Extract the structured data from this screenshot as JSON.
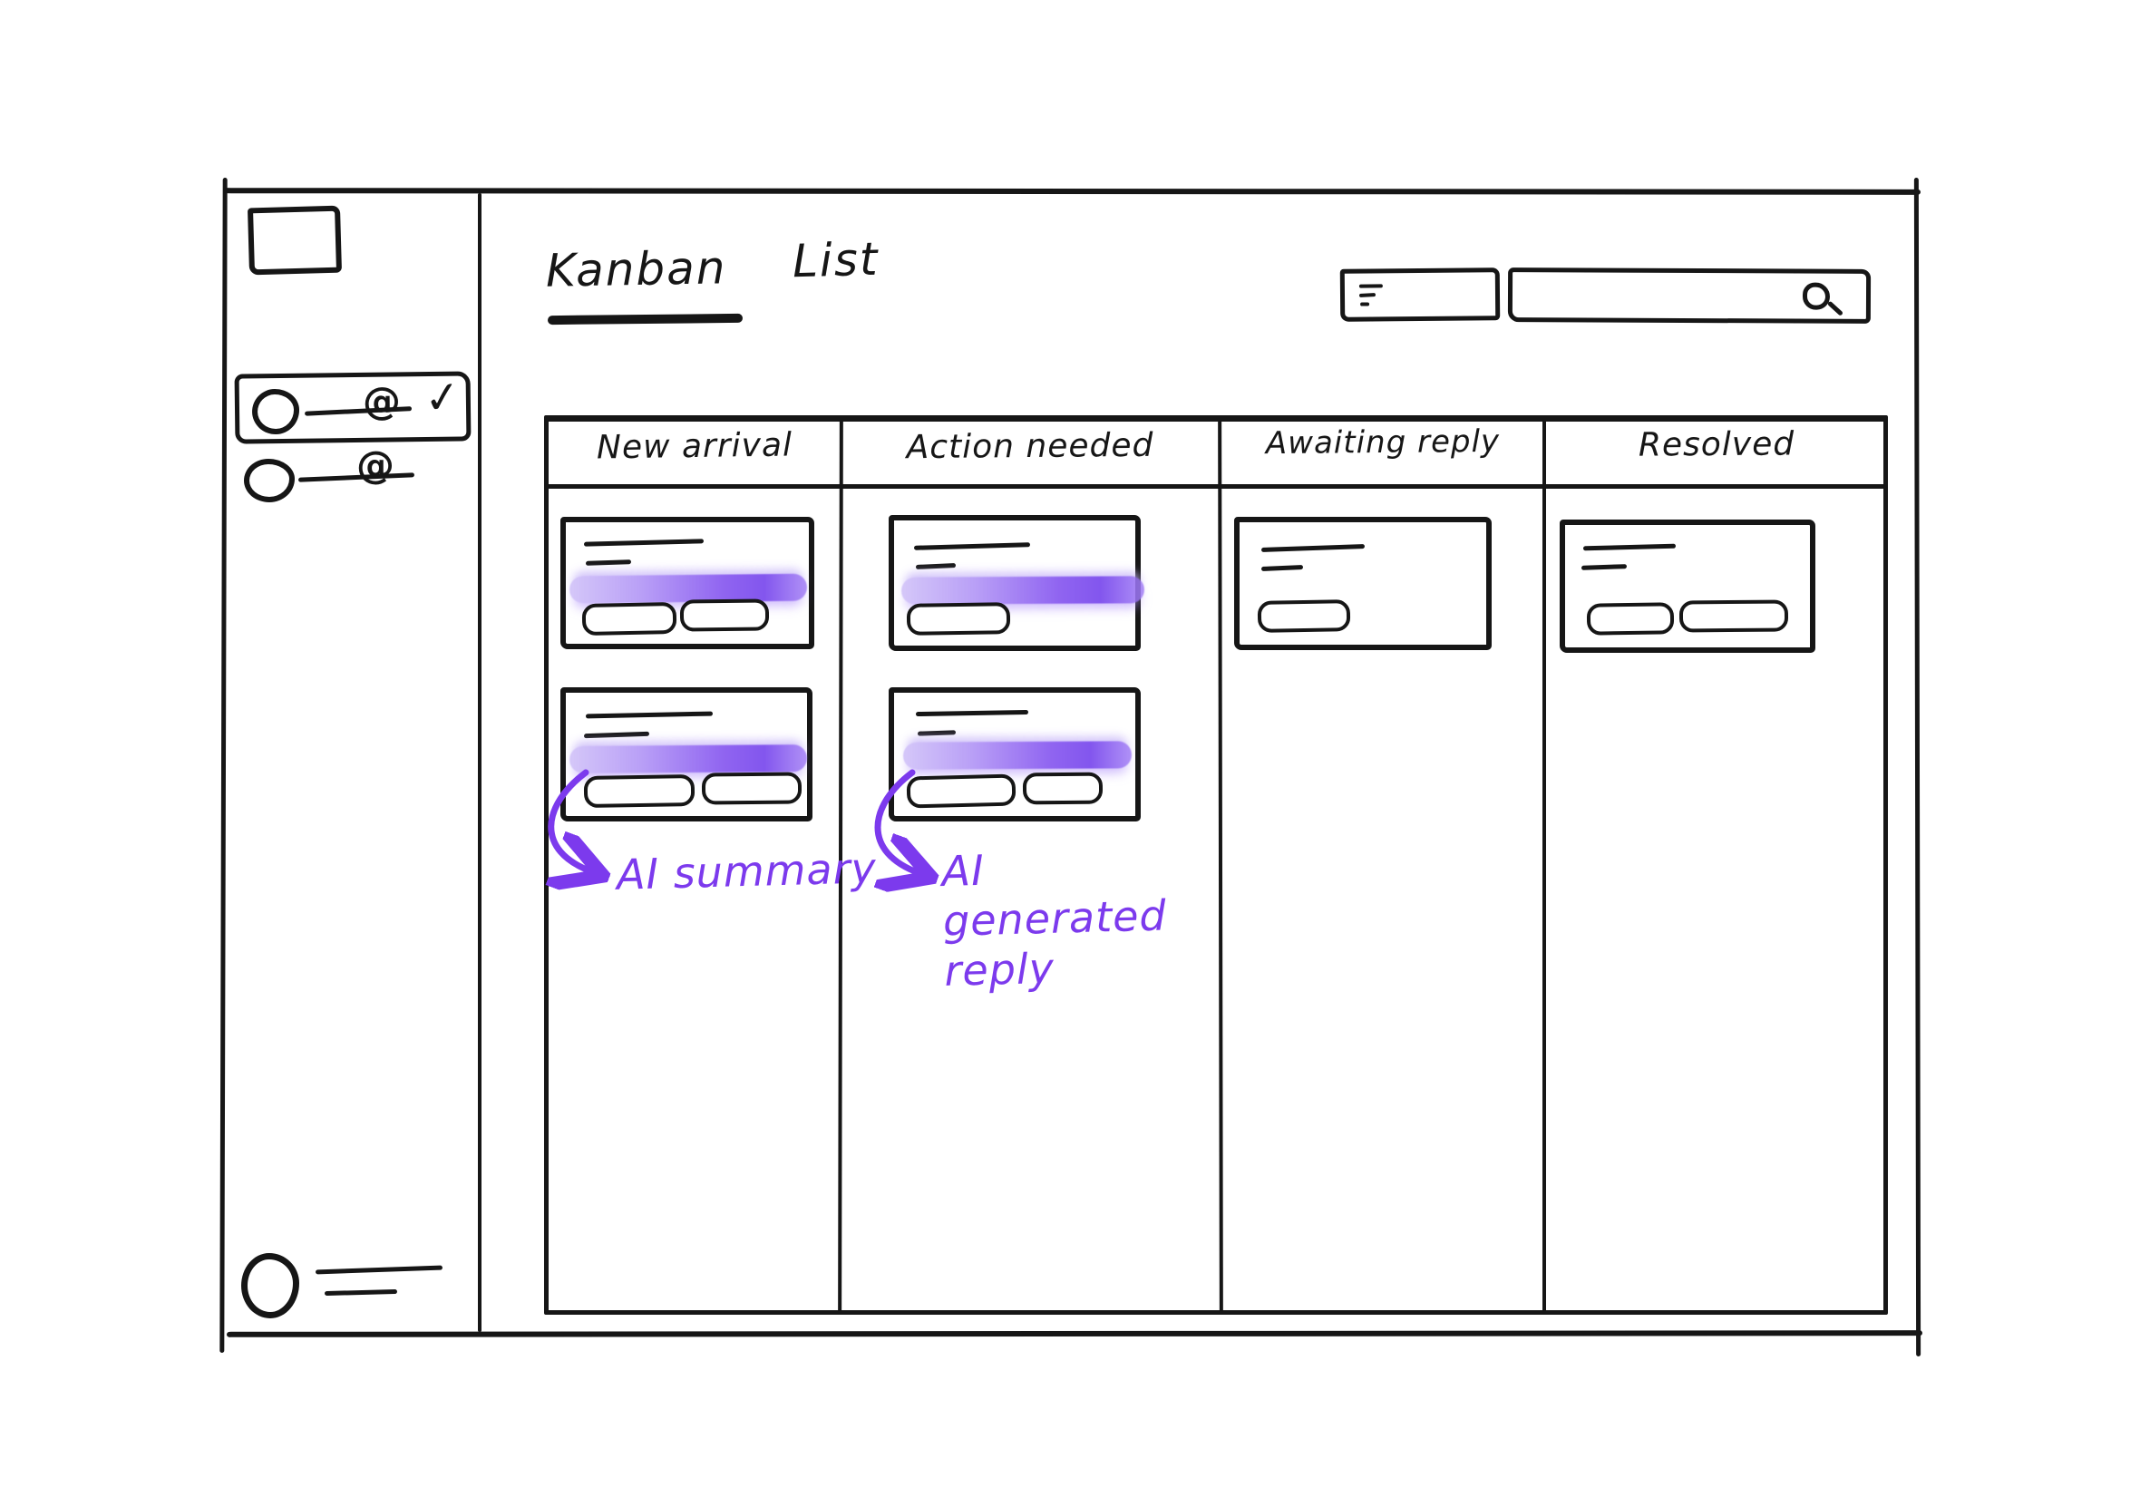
{
  "view_tabs": [
    {
      "label": "Kanban",
      "active": true
    },
    {
      "label": "List",
      "active": false
    }
  ],
  "toolbar": {
    "filter_button_icon": "filter-lines-icon",
    "search_icon": "magnifier-icon",
    "search_value": ""
  },
  "sidebar": {
    "logo_icon": "logo-placeholder",
    "items": [
      {
        "icon": "at-mention-icon",
        "selected": true,
        "checked": true
      },
      {
        "icon": "at-mention-icon",
        "selected": false,
        "checked": false
      }
    ],
    "user_icon": "avatar-circle",
    "at_glyph": "@",
    "check_glyph": "✓"
  },
  "board": {
    "columns": [
      {
        "title": "New arrival",
        "cards": [
          {
            "text_lines": 2,
            "ai_highlight": true,
            "tags": 2
          },
          {
            "text_lines": 2,
            "ai_highlight": true,
            "tags": 2
          }
        ]
      },
      {
        "title": "Action needed",
        "cards": [
          {
            "text_lines": 2,
            "ai_highlight": true,
            "tags": 1
          },
          {
            "text_lines": 2,
            "ai_highlight": true,
            "tags": 2
          }
        ]
      },
      {
        "title": "Awaiting reply",
        "cards": [
          {
            "text_lines": 2,
            "ai_highlight": false,
            "tags": 1
          }
        ]
      },
      {
        "title": "Resolved",
        "cards": [
          {
            "text_lines": 2,
            "ai_highlight": false,
            "tags": 2
          }
        ]
      }
    ]
  },
  "annotations": [
    {
      "text": "AI summary",
      "target": "new-arrival-card-2"
    },
    {
      "text": "AI generated reply",
      "target": "action-needed-card-2"
    }
  ],
  "colors": {
    "ink": "#161616",
    "annotation_purple": "#7c3aed",
    "highlight_purple": "#8a5cf0",
    "highlight_light": "#c7b5f7"
  }
}
